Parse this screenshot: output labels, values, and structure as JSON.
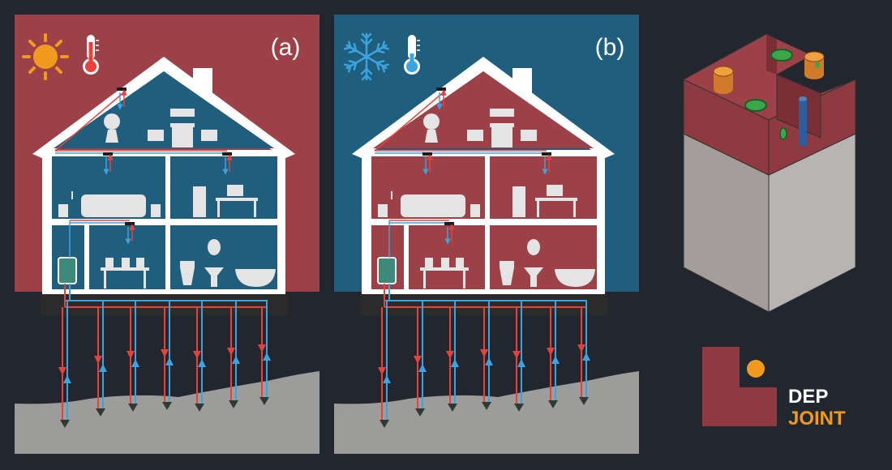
{
  "panels": [
    {
      "label": "(a)",
      "mode": "heating",
      "bg": "#9c4148",
      "inside": "#1f5e7c",
      "icon": "sun-icon"
    },
    {
      "label": "(b)",
      "mode": "cooling",
      "bg": "#1f5e7c",
      "inside": "#9c4148",
      "icon": "snowflake-icon"
    }
  ],
  "colors": {
    "background": "#22262f",
    "hot_pipe": "#e8413a",
    "cold_pipe": "#3aa3e0",
    "ground": "#9c9c9a",
    "furniture": "#e4e4e4",
    "accent_orange": "#f29a1e",
    "brand_red": "#8e3a40"
  },
  "logo": {
    "line1": "DEP",
    "line2": "JOINT"
  }
}
